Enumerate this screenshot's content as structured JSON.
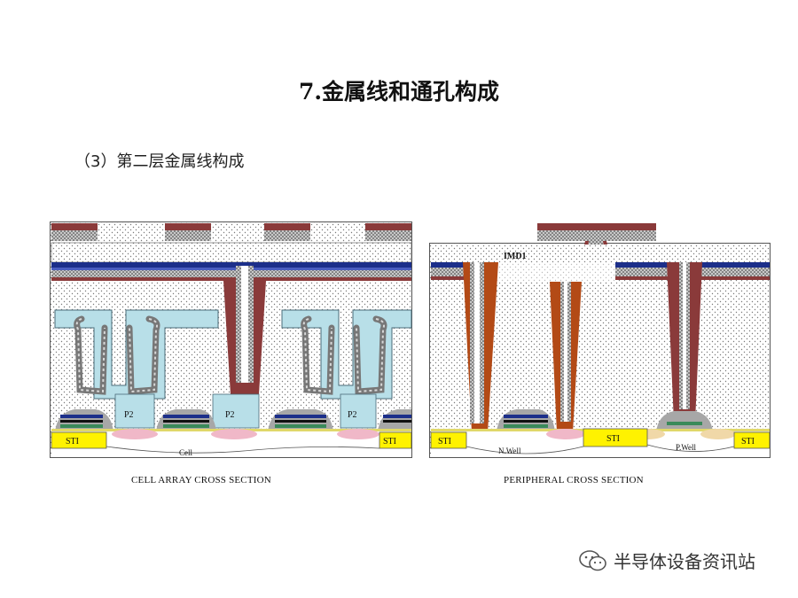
{
  "slide": {
    "title": "7.金属线和通孔构成",
    "subtitle": "（3）第二层金属线构成"
  },
  "cell_array": {
    "caption": "CELL ARRAY CROSS SECTION",
    "labels": {
      "p2": "P2",
      "sti": "STI",
      "cell": "Cell"
    }
  },
  "peripheral": {
    "caption": "PERIPHERAL CROSS SECTION",
    "labels": {
      "imd1": "IMD1",
      "sti": "STI",
      "nwell": "N.Well",
      "pwell": "P.Well"
    }
  },
  "watermark": {
    "text": "半导体设备资讯站",
    "icon": "wechat-icon"
  },
  "colors": {
    "metal": "#8a3a3a",
    "blue_layer": "#1c2f8a",
    "dielectric": "#ffffff",
    "cap_fill": "#b8dfe8",
    "sti_fill": "#fff200",
    "spacer": "#a7a7a7",
    "liner": "#b34a16"
  }
}
